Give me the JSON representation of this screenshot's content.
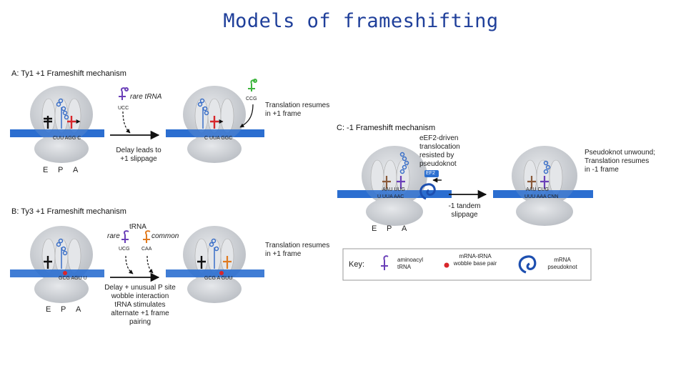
{
  "title": "Models of frameshifting",
  "panel_a": {
    "title": "A: Ty1 +1 Frameshift mechanism",
    "rare_trna": "rare tRNA",
    "codon_ucc": "UCC",
    "codon_ccg": "CCG",
    "codons_left": "CUU AGG C",
    "codons_right": "C UUA GGC",
    "delay": "Delay leads to +1 slippage",
    "resumes": "Translation resumes in +1 frame",
    "site_e": "E",
    "site_p": "P",
    "site_a": "A"
  },
  "panel_b": {
    "title": "B: Ty3 +1 Frameshift mechanism",
    "trna": "tRNA",
    "rare": "rare",
    "common": "common",
    "codon_ucg": "UCG",
    "codon_caa": "CAA",
    "codons_left": "GCG AGU U",
    "codons_right": "GCG A GUU",
    "delay": "Delay + unusual P site wobble interaction tRNA stimulates alternate +1 frame pairing",
    "resumes": "Translation resumes in +1 frame",
    "site_e": "E",
    "site_p": "P",
    "site_a": "A"
  },
  "panel_c": {
    "title": "C: -1 Frameshift mechanism",
    "eef2": "eEF2-driven translocation resisted by pseudoknot",
    "ef2_tag": "EF2",
    "codons_left_top": "AAU UUG",
    "codons_left_bottom": "U UUA AAC",
    "codons_right_top": "AAU CUG",
    "codons_right_bottom": "UUU AAA CNN",
    "slippage": "-1 tandem slippage",
    "unwound": "Pseudoknot unwound; Translation resumes in -1 frame",
    "site_e": "E",
    "site_p": "P",
    "site_a": "A"
  },
  "key": {
    "label": "Key:",
    "aminoacyl": "aminoacyl tRNA",
    "wobble": "mRNA-tRNA wobble base pair",
    "pseudoknot": "mRNA pseudoknot"
  },
  "colors": {
    "title_blue": "#1f3f9a",
    "mrna_blue": "#2b6fd0",
    "ribosome_grey": "#c9ccd1",
    "trna_black": "#111111",
    "trna_red": "#d8262b",
    "trna_purple": "#6a3fb8",
    "trna_green": "#3cb43c",
    "trna_orange": "#e07a1f",
    "trna_blue": "#3a6fc8",
    "trna_brown": "#8a5a3a"
  }
}
